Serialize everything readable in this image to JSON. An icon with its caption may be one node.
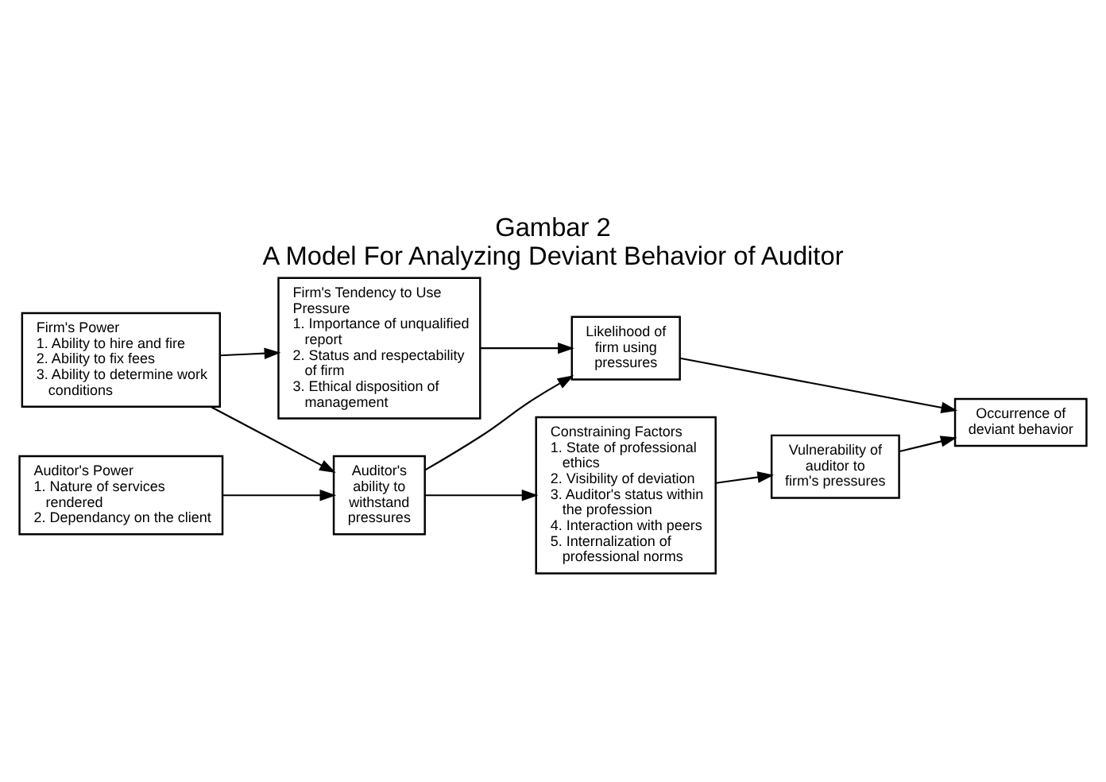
{
  "diagram": {
    "title": "A Model For Analyzing Deviant Behavior of Auditor",
    "nodes": [
      {
        "text": [
          "Firm's Power",
          "1. Ability to hire and fire",
          "2. Ability to fix fees",
          "3. Ability to determine work conditions"
        ]
      },
      {
        "text": [
          "Firm's Tendency to Use Pressure",
          "1. Importance of unqualified report",
          "2. Status and respectability of firm",
          "3. Ethical disposition of management"
        ]
      },
      {
        "text": [
          "Likelihood of firm using pressures"
        ]
      },
      {
        "text": [
          "Auditor's ability to withstand pressures"
        ]
      },
      {
        "text": [
          "Occurrence of deviant behavior"
        ]
      },
      {
        "text": [
          "Auditor's Power",
          "1. Nature of services rendered",
          "2. Dependancy on the client"
        ]
      },
      {
        "text": [
          "Constraining Factors",
          "1. State of professional ethics",
          "2. Visibility of deviation",
          "3. Auditor's status within the profession",
          "4. Interaction with peers",
          "5. Internalization of professional norms"
        ]
      },
      {
        "text": [
          "Vulnerability of auditor to firm's pressures"
        ]
      }
    ],
    "edges": [
      {
        "from": 0,
        "to": 1,
        "arrow": "to"
      },
      {
        "from": 1,
        "to": 2,
        "arrow": "to"
      },
      {
        "from": 0,
        "to": 3,
        "arrow": "to"
      },
      {
        "from": 3,
        "to": 2,
        "arrow": "to"
      },
      {
        "from": 2,
        "to": 4,
        "arrow": "to"
      },
      {
        "from": 5,
        "to": 3,
        "arrow": "to"
      },
      {
        "from": 3,
        "to": 6,
        "arrow": "to"
      },
      {
        "from": 6,
        "to": 7,
        "arrow": "to"
      },
      {
        "from": 7,
        "to": 4,
        "arrow": "to"
      }
    ],
    "labels": [
      "Gambar 2"
    ]
  }
}
